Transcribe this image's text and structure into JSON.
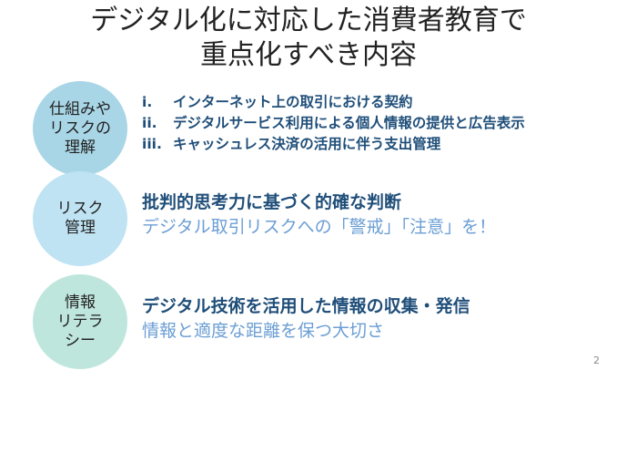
{
  "title": {
    "line1": "デジタル化に対応した消費者教育で",
    "line2": "重点化すべき内容"
  },
  "sections": [
    {
      "label_lines": [
        "仕組みや",
        "リスクの",
        "理解"
      ],
      "items": [
        {
          "num": "i.",
          "text": "インターネット上の取引における契約"
        },
        {
          "num": "ii.",
          "text": "デジタルサービス利用による個人情報の提供と広告表示"
        },
        {
          "num": "iii.",
          "text": "キャッシュレス決済の活用に伴う支出管理"
        }
      ]
    },
    {
      "label_lines": [
        "リスク",
        "管理"
      ],
      "primary": "批判的思考力に基づく的確な判断",
      "secondary": "デジタル取引リスクへの「警戒」「注意」を！"
    },
    {
      "label_lines": [
        "情報",
        "リテラ",
        "シー"
      ],
      "primary": "デジタル技術を活用した情報の収集・発信",
      "secondary": "情報と適度な距離を保つ大切さ"
    }
  ],
  "page_number": "2",
  "colors": {
    "circle_1": "#a8d6e6",
    "circle_2": "#bfe3f2",
    "circle_3": "#bfe6dd",
    "primary_text": "#1f4e79",
    "secondary_text": "#6b9ed4"
  }
}
